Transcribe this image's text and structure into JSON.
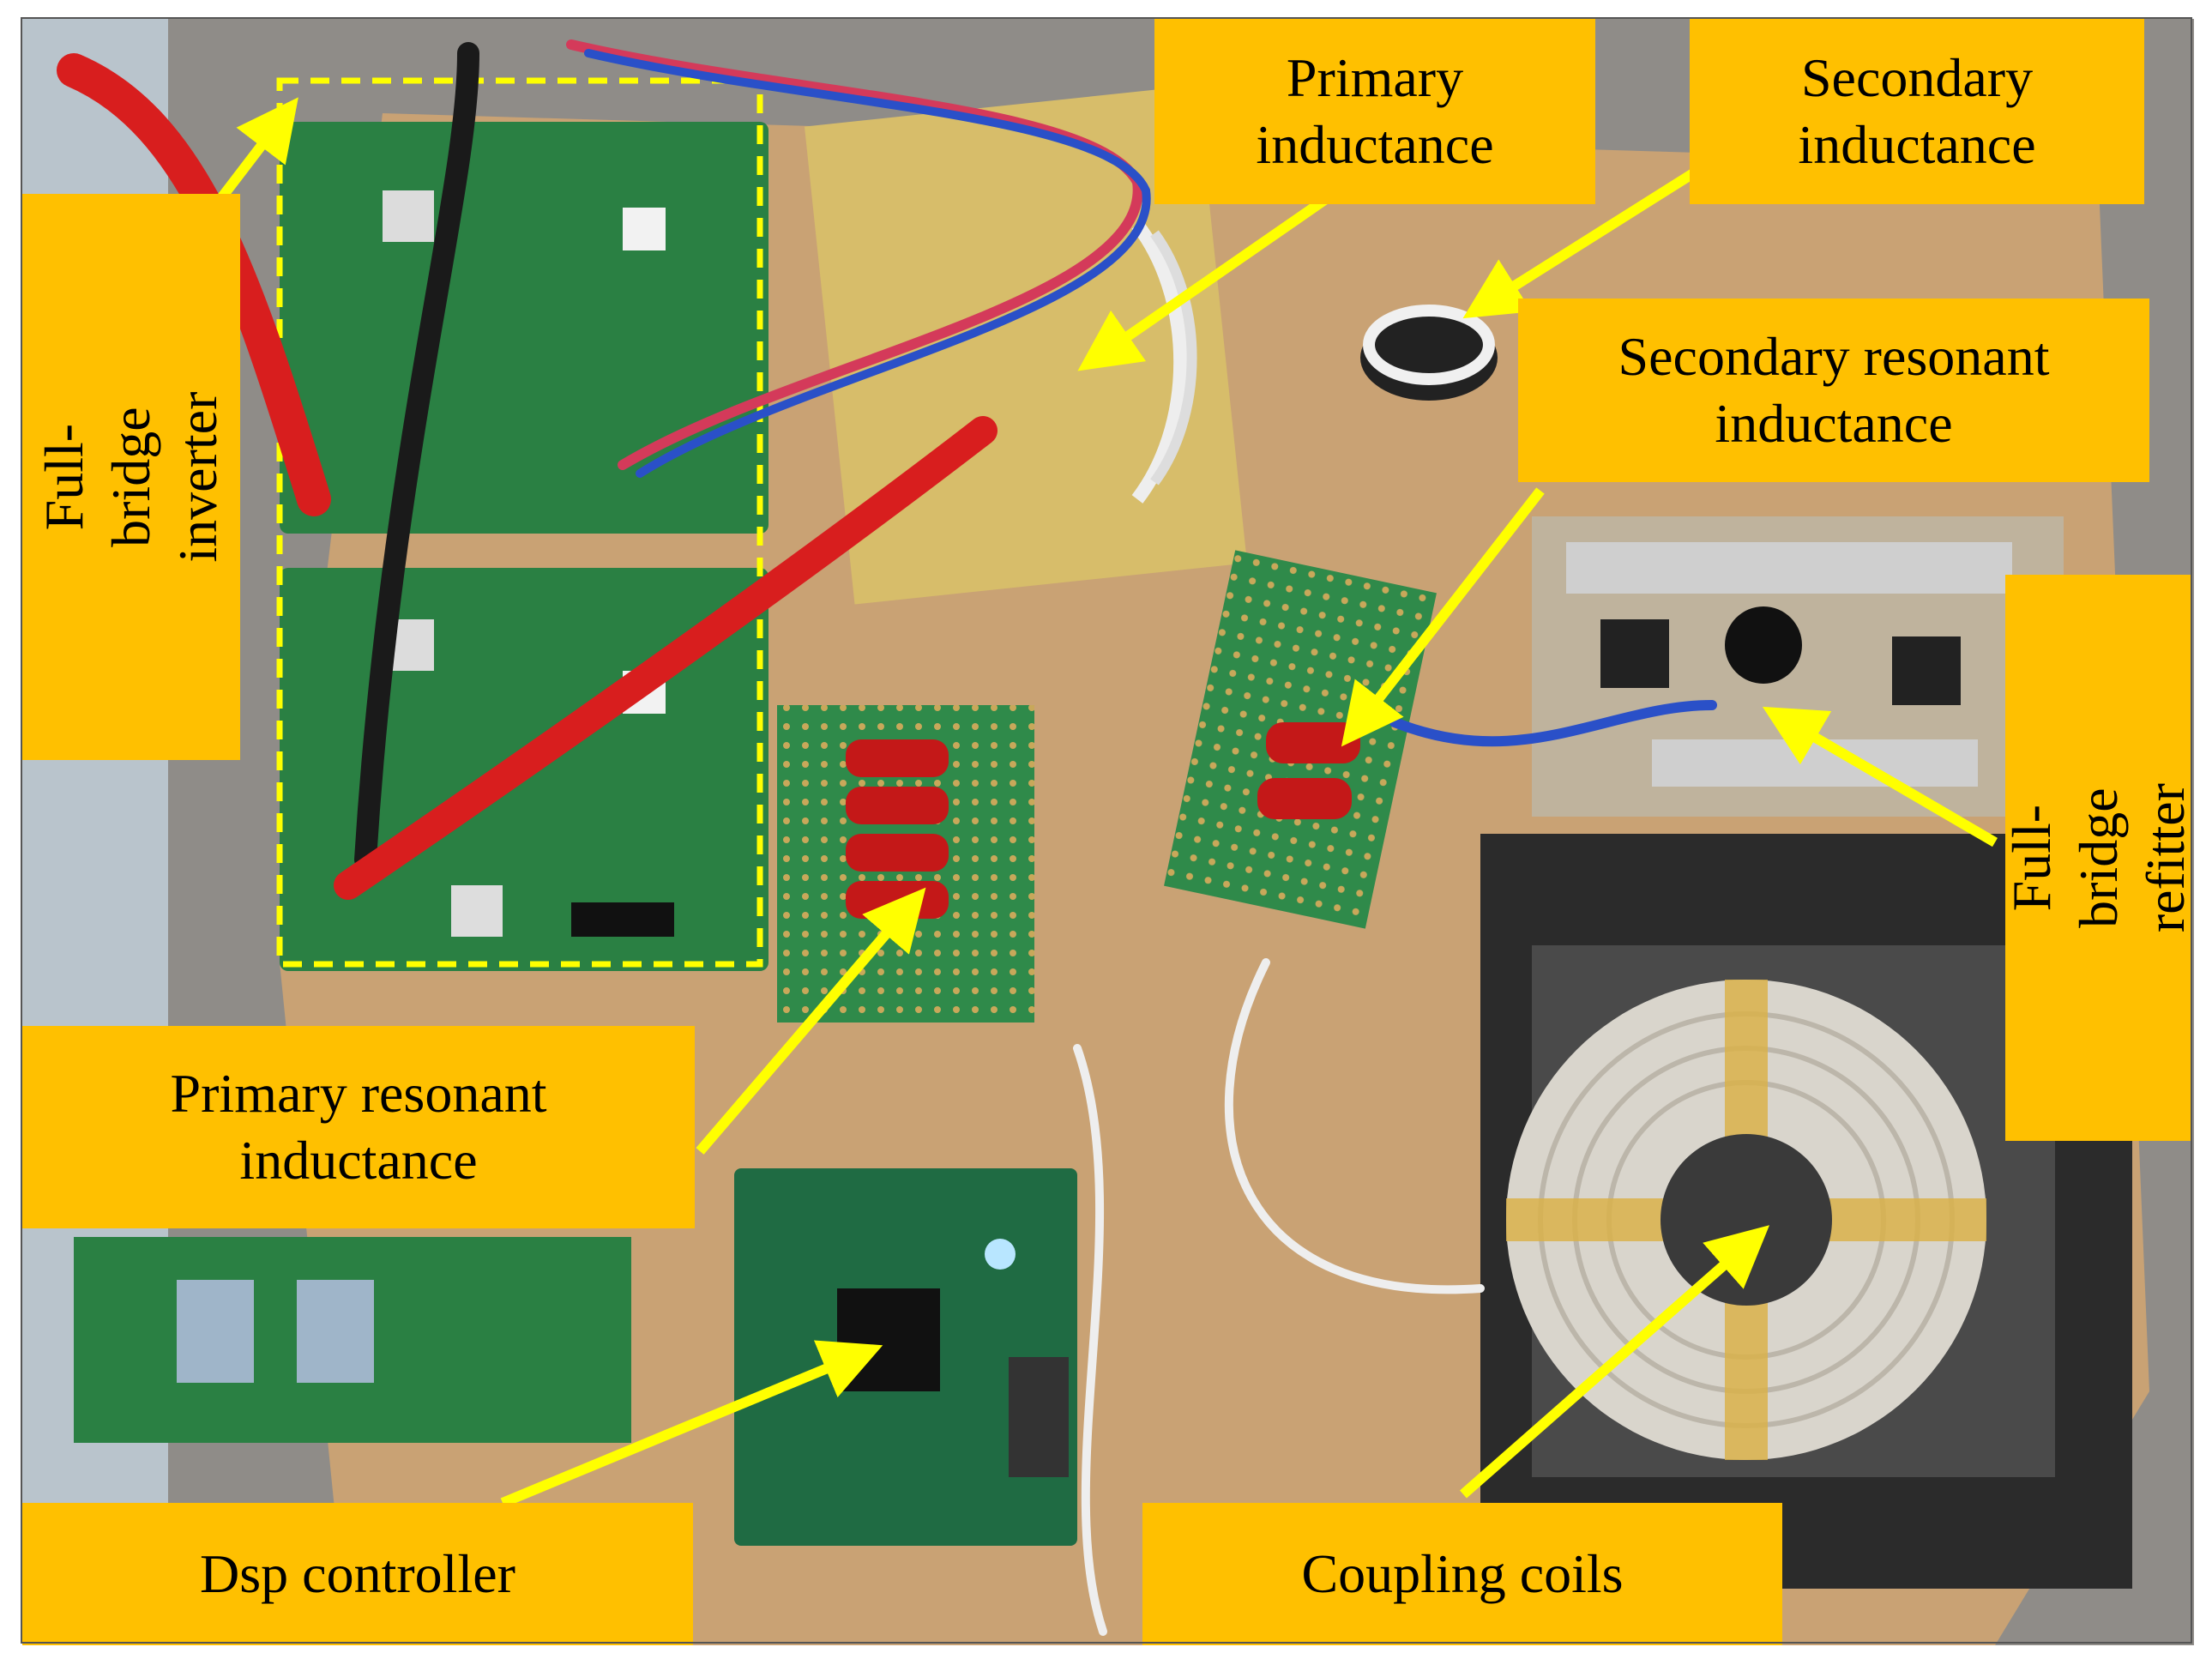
{
  "labels": {
    "primary_inductance": "Primary\ninductance",
    "secondary_inductance": "Secondary\ninductance",
    "secondary_resonant_inductance": "Secondary resonant\ninductance",
    "full_bridge_inverter": "Full-bridge\ninverter",
    "full_bridge_refitter": "Full-bridge\nrefitter",
    "primary_resonant_inductance": "Primary resonant\ninductance",
    "dsp_controller": "Dsp controller",
    "coupling_coils": "Coupling coils"
  },
  "colors": {
    "label_fill": "#ffc000",
    "arrow": "#ffff00",
    "dashed_box": "#ffff00",
    "pcb_green": "#1e7a3a",
    "board_tan": "#c49a6c",
    "probe_red": "#d81e1e",
    "probe_black": "#1a1a1a",
    "coil_white": "#e8e4dc",
    "coil_tape": "#d9b24a"
  }
}
